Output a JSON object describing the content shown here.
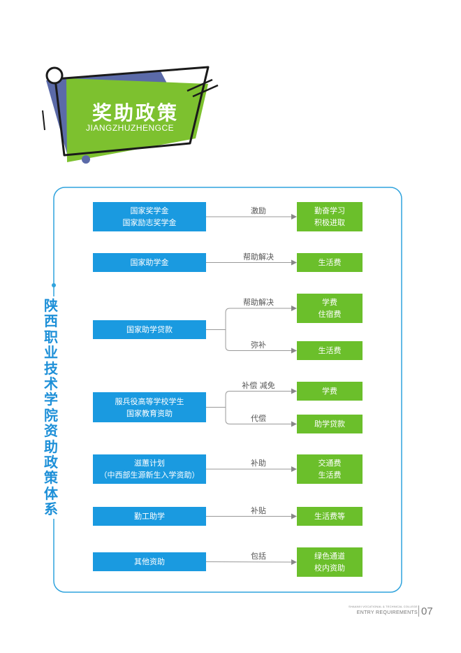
{
  "header": {
    "title": "奖助政策",
    "subtitle": "JIANGZHUZHENGCE"
  },
  "side_title": "陕西职业技术学院资助政策体系",
  "rows": [
    {
      "source": "国家奖学金\n国家励志奖学金",
      "branches": [
        {
          "label": "激励",
          "target": "勤奋学习\n积极进取"
        }
      ]
    },
    {
      "source": "国家助学金",
      "branches": [
        {
          "label": "帮助解决",
          "target": "生活费"
        }
      ]
    },
    {
      "source": "国家助学贷款",
      "branches": [
        {
          "label": "帮助解决",
          "target": "学费\n住宿费"
        },
        {
          "label": "弥补",
          "target": "生活费"
        }
      ]
    },
    {
      "source": "服兵役高等学校学生\n国家教育资助",
      "branches": [
        {
          "label": "补偿 减免",
          "target": "学费"
        },
        {
          "label": "代偿",
          "target": "助学贷款"
        }
      ]
    },
    {
      "source": "滋蕙计划\n（中西部生源新生入学资助）",
      "branches": [
        {
          "label": "补助",
          "target": "交通费\n生活费"
        }
      ]
    },
    {
      "source": "勤工助学",
      "branches": [
        {
          "label": "补贴",
          "target": "生活费等"
        }
      ]
    },
    {
      "source": "其他资助",
      "branches": [
        {
          "label": "包括",
          "target": "绿色通道\n校内资助"
        }
      ]
    }
  ],
  "footer": {
    "college": "SHAANXI VOCATIONAL & TECHNICAL COLLEGE",
    "section": "ENTRY REQUIREMENTS",
    "page": "07"
  },
  "colors": {
    "blue": "#1a9ae0",
    "green": "#6bbf2b",
    "frame": "#2fa3dd",
    "slate": "#5b6aa8"
  }
}
